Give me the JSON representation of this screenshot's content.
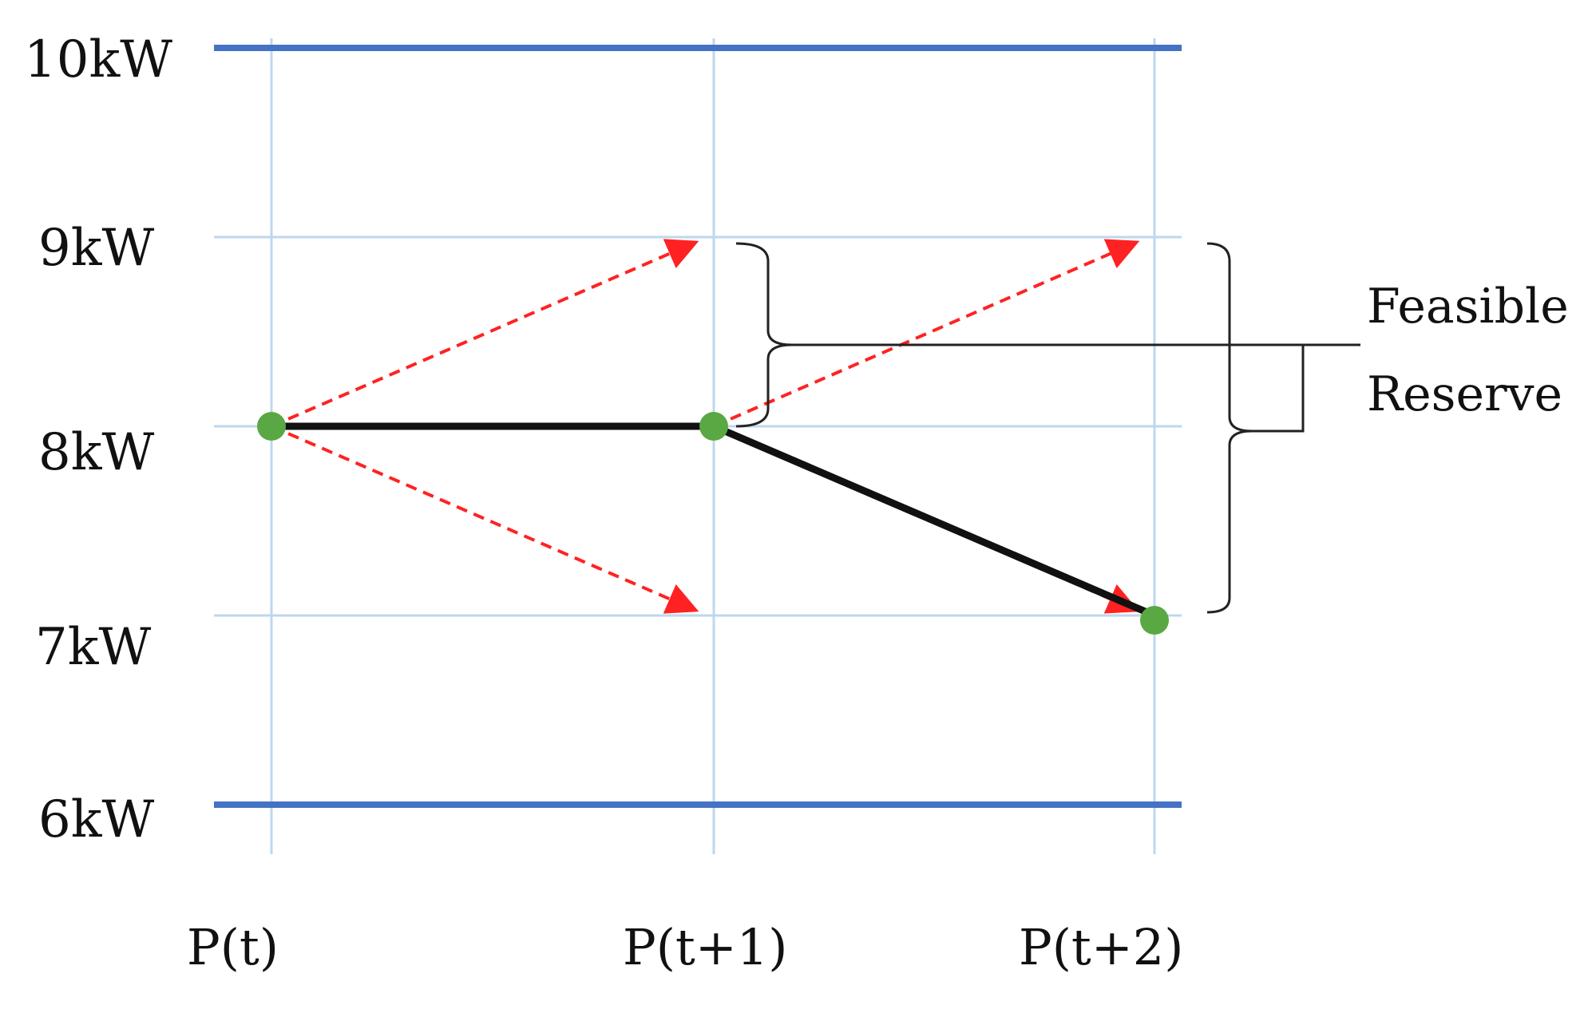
{
  "y_levels": [
    {
      "label": "10kW",
      "value": 10,
      "bound": true
    },
    {
      "label": "9kW",
      "value": 9,
      "bound": false
    },
    {
      "label": "8kW",
      "value": 8,
      "bound": false
    },
    {
      "label": "7kW",
      "value": 7,
      "bound": false
    },
    {
      "label": "6kW",
      "value": 6,
      "bound": true
    }
  ],
  "time_steps": [
    {
      "label": "P(t)"
    },
    {
      "label": "P(t+1)"
    },
    {
      "label": "P(t+2)"
    }
  ],
  "actual_path": [
    {
      "step": 0,
      "value": 8
    },
    {
      "step": 1,
      "value": 8
    },
    {
      "step": 2,
      "value": 7
    }
  ],
  "feasible_moves": [
    {
      "from": {
        "step": 0,
        "value": 8
      },
      "to": {
        "step": 1,
        "value": 9
      }
    },
    {
      "from": {
        "step": 0,
        "value": 8
      },
      "to": {
        "step": 1,
        "value": 7
      }
    },
    {
      "from": {
        "step": 1,
        "value": 8
      },
      "to": {
        "step": 2,
        "value": 9
      }
    },
    {
      "from": {
        "step": 1,
        "value": 8
      },
      "to": {
        "step": 2,
        "value": 7
      }
    }
  ],
  "annotation": {
    "line1": "Feasible",
    "line2": "Reserve"
  },
  "colors": {
    "bound_line": "#4472c4",
    "grid_line": "#bdd7ee",
    "path_line": "#111111",
    "move_arrow": "#ff2222",
    "node": "#5aa843",
    "brace": "#222222"
  }
}
